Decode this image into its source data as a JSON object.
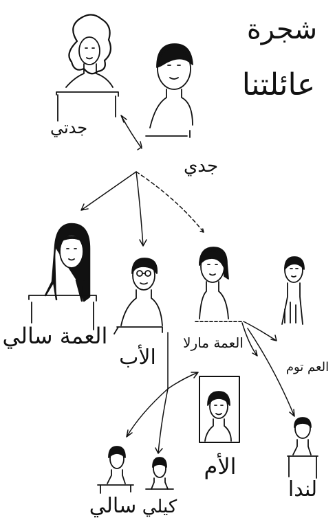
{
  "title": {
    "line1": "شجرة",
    "line2": "عائلتنا"
  },
  "labels": {
    "grandmother": "جدتي",
    "grandfather": "جدي",
    "aunt_sally": "العمة سالي",
    "father": "الأب",
    "aunt_marla": "العمة مارلا",
    "uncle_tom": "العم توم",
    "mother": "الأم",
    "sally": "سالي",
    "kelly": "كيلي",
    "linda": "لندا"
  },
  "colors": {
    "ink": "#111111",
    "paper": "#ffffff"
  }
}
